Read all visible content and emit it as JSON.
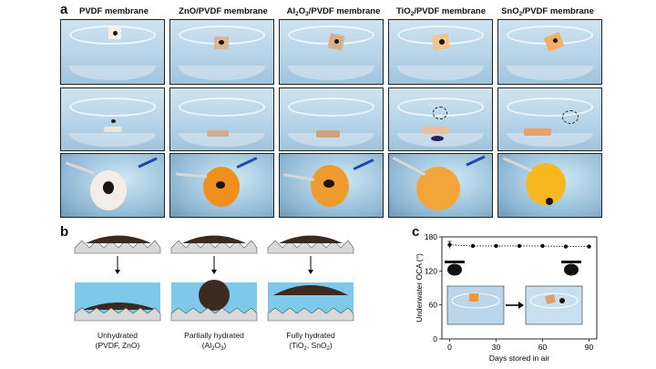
{
  "panels": {
    "a": {
      "letter": "a",
      "columns": [
        {
          "title_main": "PVDF membrane",
          "title_sub": "",
          "title_rest": ""
        },
        {
          "title_main": "ZnO/PVDF membrane",
          "title_sub": "",
          "title_rest": ""
        },
        {
          "title_main": "Al",
          "title_sub": "2",
          "title_mid": "O",
          "title_sub2": "3",
          "title_rest": "/PVDF membrane"
        },
        {
          "title_main": "TiO",
          "title_sub": "2",
          "title_mid": "",
          "title_sub2": "",
          "title_rest": "/PVDF membrane"
        },
        {
          "title_main": "SnO",
          "title_sub": "2",
          "title_mid": "",
          "title_sub2": "",
          "title_rest": "/PVDF membrane"
        }
      ]
    },
    "b": {
      "letter": "b",
      "states": [
        {
          "line1": "Unhydrated",
          "line2": "(PVDF, ZnO)"
        },
        {
          "line1": "Partially hydrated",
          "line2_pre": "(Al",
          "line2_sub1": "2",
          "line2_mid": "O",
          "line2_sub2": "3",
          "line2_post": ")"
        },
        {
          "line1": "Fully hydrated",
          "line2_pre": "(TiO",
          "line2_sub1": "2",
          "line2_mid": ", SnO",
          "line2_sub2": "2",
          "line2_post": ")"
        }
      ]
    },
    "c": {
      "letter": "c"
    }
  },
  "chart_data": {
    "type": "line",
    "xlabel": "Days stored in air",
    "ylabel": "Underwater OCA (°)",
    "x": [
      0,
      15,
      30,
      45,
      60,
      75,
      90
    ],
    "series": [
      {
        "values": [
          166,
          164,
          164,
          164,
          164,
          163,
          163
        ]
      }
    ],
    "x_ticks": [
      0,
      30,
      60,
      90
    ],
    "y_ticks": [
      0,
      60,
      120,
      180
    ],
    "xlim": [
      -5,
      95
    ],
    "ylim": [
      0,
      180
    ],
    "error_bar_first_point": 6,
    "line_style": "dotted",
    "marker": "circle",
    "colors": {
      "series": "#111111"
    }
  }
}
